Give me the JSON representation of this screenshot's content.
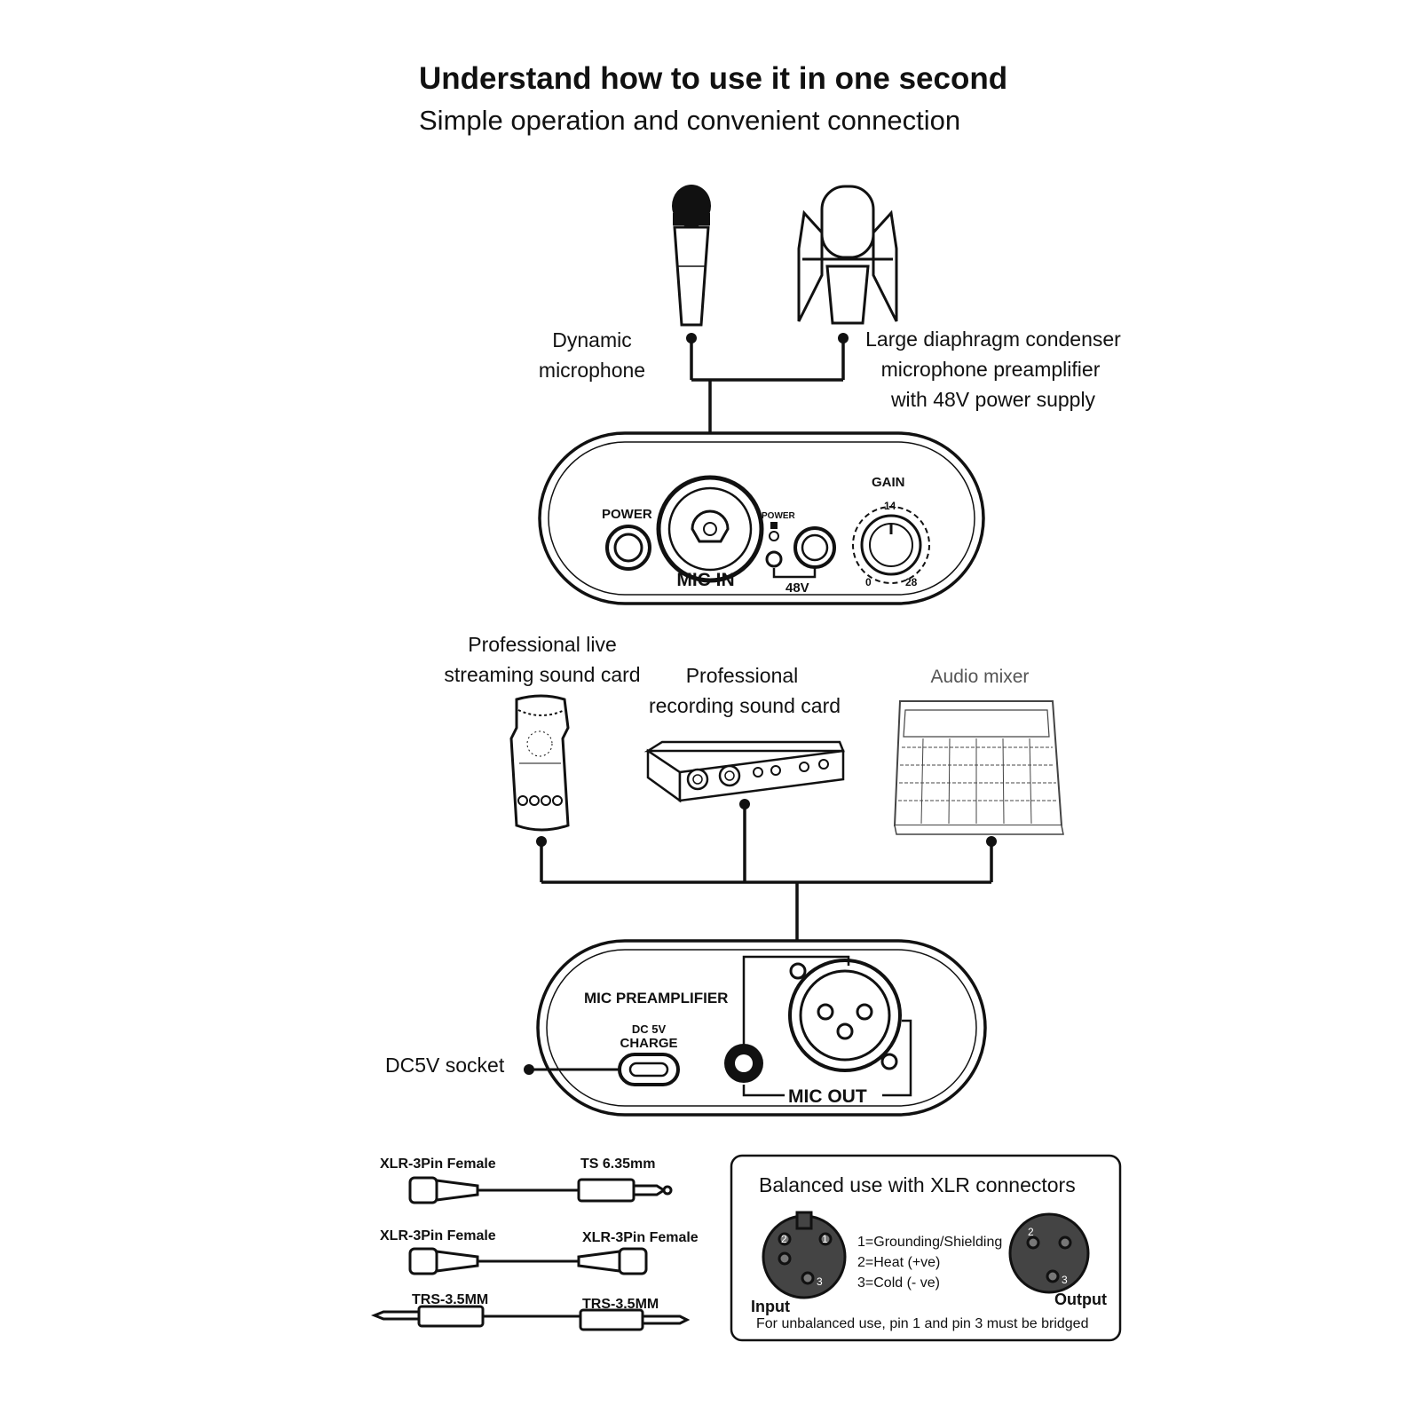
{
  "header": {
    "title": "Understand how to use it in one second",
    "subtitle": "Simple operation and convenient connection"
  },
  "microphones": {
    "dynamic": [
      "Dynamic",
      "microphone"
    ],
    "condenser": [
      "Large diaphragm condenser",
      "microphone  preamplifier",
      "with  48V power supply"
    ]
  },
  "input_panel": {
    "power": "POWER",
    "mic_in": "MIC IN",
    "power_small": "POWER",
    "v48": "48V",
    "gain": "GAIN",
    "gain_mid": "14",
    "gain_min": "0",
    "gain_max": "28"
  },
  "devices": {
    "live_card": [
      "Professional live",
      "streaming sound card"
    ],
    "recording_card": [
      "Professional",
      "recording sound card"
    ],
    "mixer": "Audio  mixer"
  },
  "output_panel": {
    "title": "MIC PREAMPLIFIER",
    "dc_line1": "DC 5V",
    "dc_line2": "CHARGE",
    "mic_out": "MIC OUT",
    "dc_socket": "DC5V socket"
  },
  "cables": [
    {
      "left": "XLR-3Pin Female",
      "right": "TS 6.35mm"
    },
    {
      "left": "XLR-3Pin Female",
      "right": "XLR-3Pin Female"
    },
    {
      "left": "TRS-3.5MM",
      "right": "TRS-3.5MM"
    }
  ],
  "xlr_box": {
    "title": "Balanced use with XLR connectors",
    "pins": [
      "1=Grounding/Shielding",
      "2=Heat (+ve)",
      "3=Cold (- ve)"
    ],
    "input": "Input",
    "output": "Output",
    "note": "For unbalanced use, pin 1 and pin 3 must be bridged",
    "pin_numbers": [
      "1",
      "2",
      "3"
    ]
  }
}
